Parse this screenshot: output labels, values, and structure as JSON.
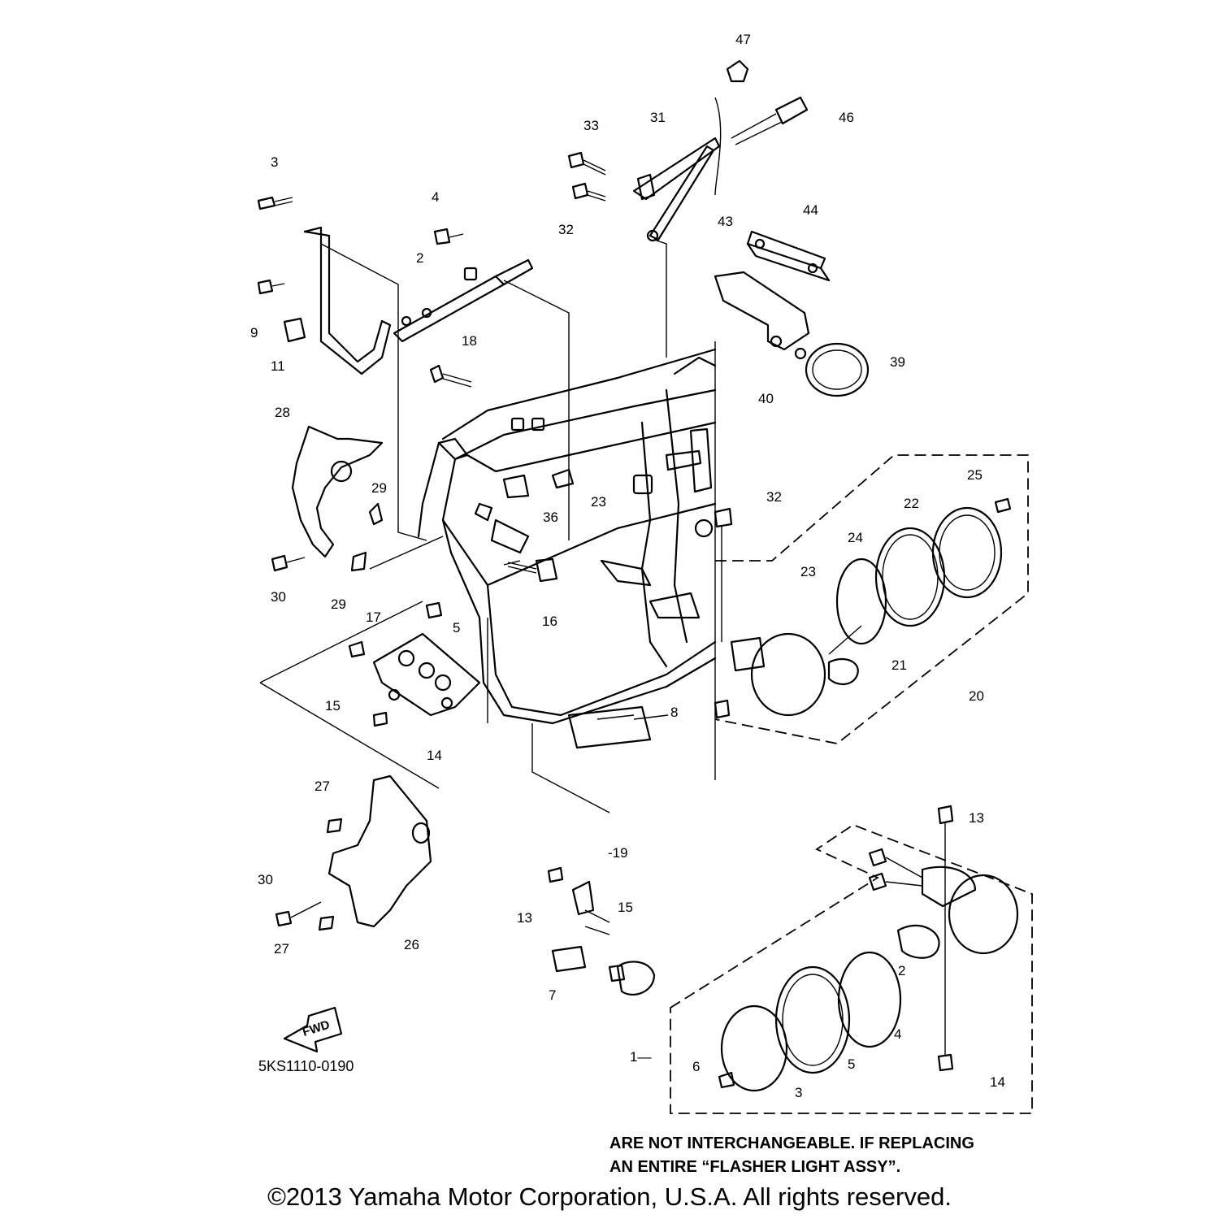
{
  "diagram": {
    "code": "5KS1110-0190",
    "fwd_label": "FWD",
    "callouts": [
      {
        "id": "c47",
        "label": "47"
      },
      {
        "id": "c46",
        "label": "46"
      },
      {
        "id": "c33",
        "label": "33"
      },
      {
        "id": "c31",
        "label": "31"
      },
      {
        "id": "c32a",
        "label": "32"
      },
      {
        "id": "c43",
        "label": "43"
      },
      {
        "id": "c44",
        "label": "44"
      },
      {
        "id": "c3a",
        "label": "3"
      },
      {
        "id": "c4a",
        "label": "4"
      },
      {
        "id": "c2a",
        "label": "2"
      },
      {
        "id": "c9",
        "label": "9"
      },
      {
        "id": "c11",
        "label": "11"
      },
      {
        "id": "c18",
        "label": "18"
      },
      {
        "id": "c39",
        "label": "39"
      },
      {
        "id": "c40",
        "label": "40"
      },
      {
        "id": "c28",
        "label": "28"
      },
      {
        "id": "c29a",
        "label": "29"
      },
      {
        "id": "c36",
        "label": "36"
      },
      {
        "id": "c23a",
        "label": "23"
      },
      {
        "id": "c32b",
        "label": "32"
      },
      {
        "id": "c25",
        "label": "25"
      },
      {
        "id": "c22",
        "label": "22"
      },
      {
        "id": "c24",
        "label": "24"
      },
      {
        "id": "c23b",
        "label": "23"
      },
      {
        "id": "c30a",
        "label": "30"
      },
      {
        "id": "c29b",
        "label": "29"
      },
      {
        "id": "c5a",
        "label": "5"
      },
      {
        "id": "c16",
        "label": "16"
      },
      {
        "id": "c17",
        "label": "17"
      },
      {
        "id": "c21",
        "label": "21"
      },
      {
        "id": "c20",
        "label": "20"
      },
      {
        "id": "c15a",
        "label": "15"
      },
      {
        "id": "c8",
        "label": "8"
      },
      {
        "id": "c14a",
        "label": "14"
      },
      {
        "id": "c27a",
        "label": "27"
      },
      {
        "id": "c13a",
        "label": "13"
      },
      {
        "id": "c19",
        "label": "-19"
      },
      {
        "id": "c30b",
        "label": "30"
      },
      {
        "id": "c13b",
        "label": "13"
      },
      {
        "id": "c15b",
        "label": "15"
      },
      {
        "id": "c27b",
        "label": "27"
      },
      {
        "id": "c26",
        "label": "26"
      },
      {
        "id": "c2b",
        "label": "2"
      },
      {
        "id": "c7",
        "label": "7"
      },
      {
        "id": "c4b",
        "label": "4"
      },
      {
        "id": "c1",
        "label": "1—"
      },
      {
        "id": "c6",
        "label": "6"
      },
      {
        "id": "c5b",
        "label": "5"
      },
      {
        "id": "c3b",
        "label": "3"
      },
      {
        "id": "c14b",
        "label": "14"
      }
    ]
  },
  "notes": {
    "line1": "ARE NOT INTERCHANGEABLE. IF REPLACING",
    "line2": "AN ENTIRE “FLASHER LIGHT ASSY”."
  },
  "copyright": "©2013 Yamaha Motor Corporation, U.S.A. All rights reserved."
}
